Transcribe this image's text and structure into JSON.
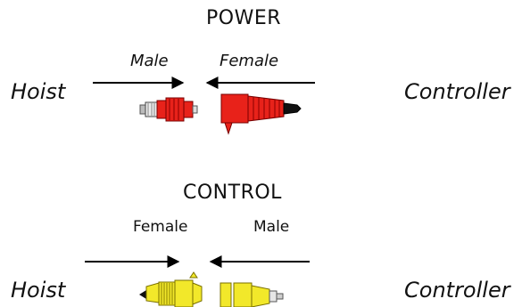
{
  "power": {
    "title": "POWER",
    "left_label": "Male",
    "right_label": "Female",
    "left_side": "Hoist",
    "right_side": "Controller",
    "color": "#e8221a"
  },
  "control": {
    "title": "CONTROL",
    "left_label": "Female",
    "right_label": "Male",
    "left_side": "Hoist",
    "right_side": "Controller",
    "color": "#f2e82a"
  }
}
